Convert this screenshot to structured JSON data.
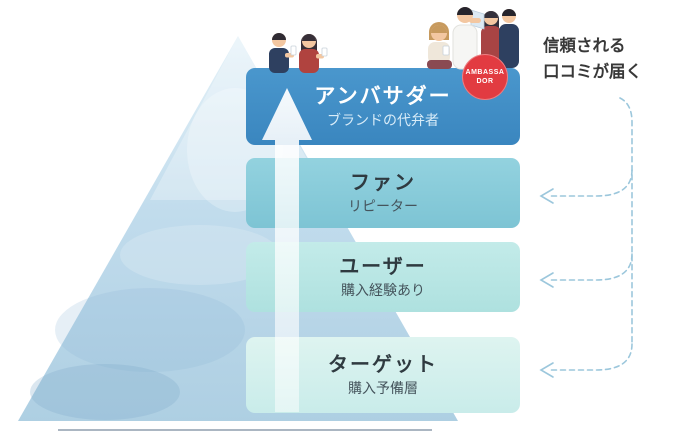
{
  "diagram": {
    "side_note": {
      "line1": "信頼される",
      "line2": "口コミが届く"
    },
    "badge": {
      "line1": "AMBASSA",
      "line2": "DOR"
    },
    "levels": [
      {
        "title": "アンバサダー",
        "subtitle": "ブランドの代弁者"
      },
      {
        "title": "ファン",
        "subtitle": "リピーター"
      },
      {
        "title": "ユーザー",
        "subtitle": "購入経験あり"
      },
      {
        "title": "ターゲット",
        "subtitle": "購入予備層"
      }
    ],
    "colors": {
      "ambassador_bg": "#3d8cc6",
      "fan_bg": "#89cddc",
      "user_bg": "#bde8e7",
      "target_bg": "#d9f2ee",
      "badge_bg": "#e23b41",
      "dashed_arrow": "#9cc7dc",
      "pyramid_watercolor": "#bcd9eb",
      "up_arrow": "#ffffff"
    }
  }
}
